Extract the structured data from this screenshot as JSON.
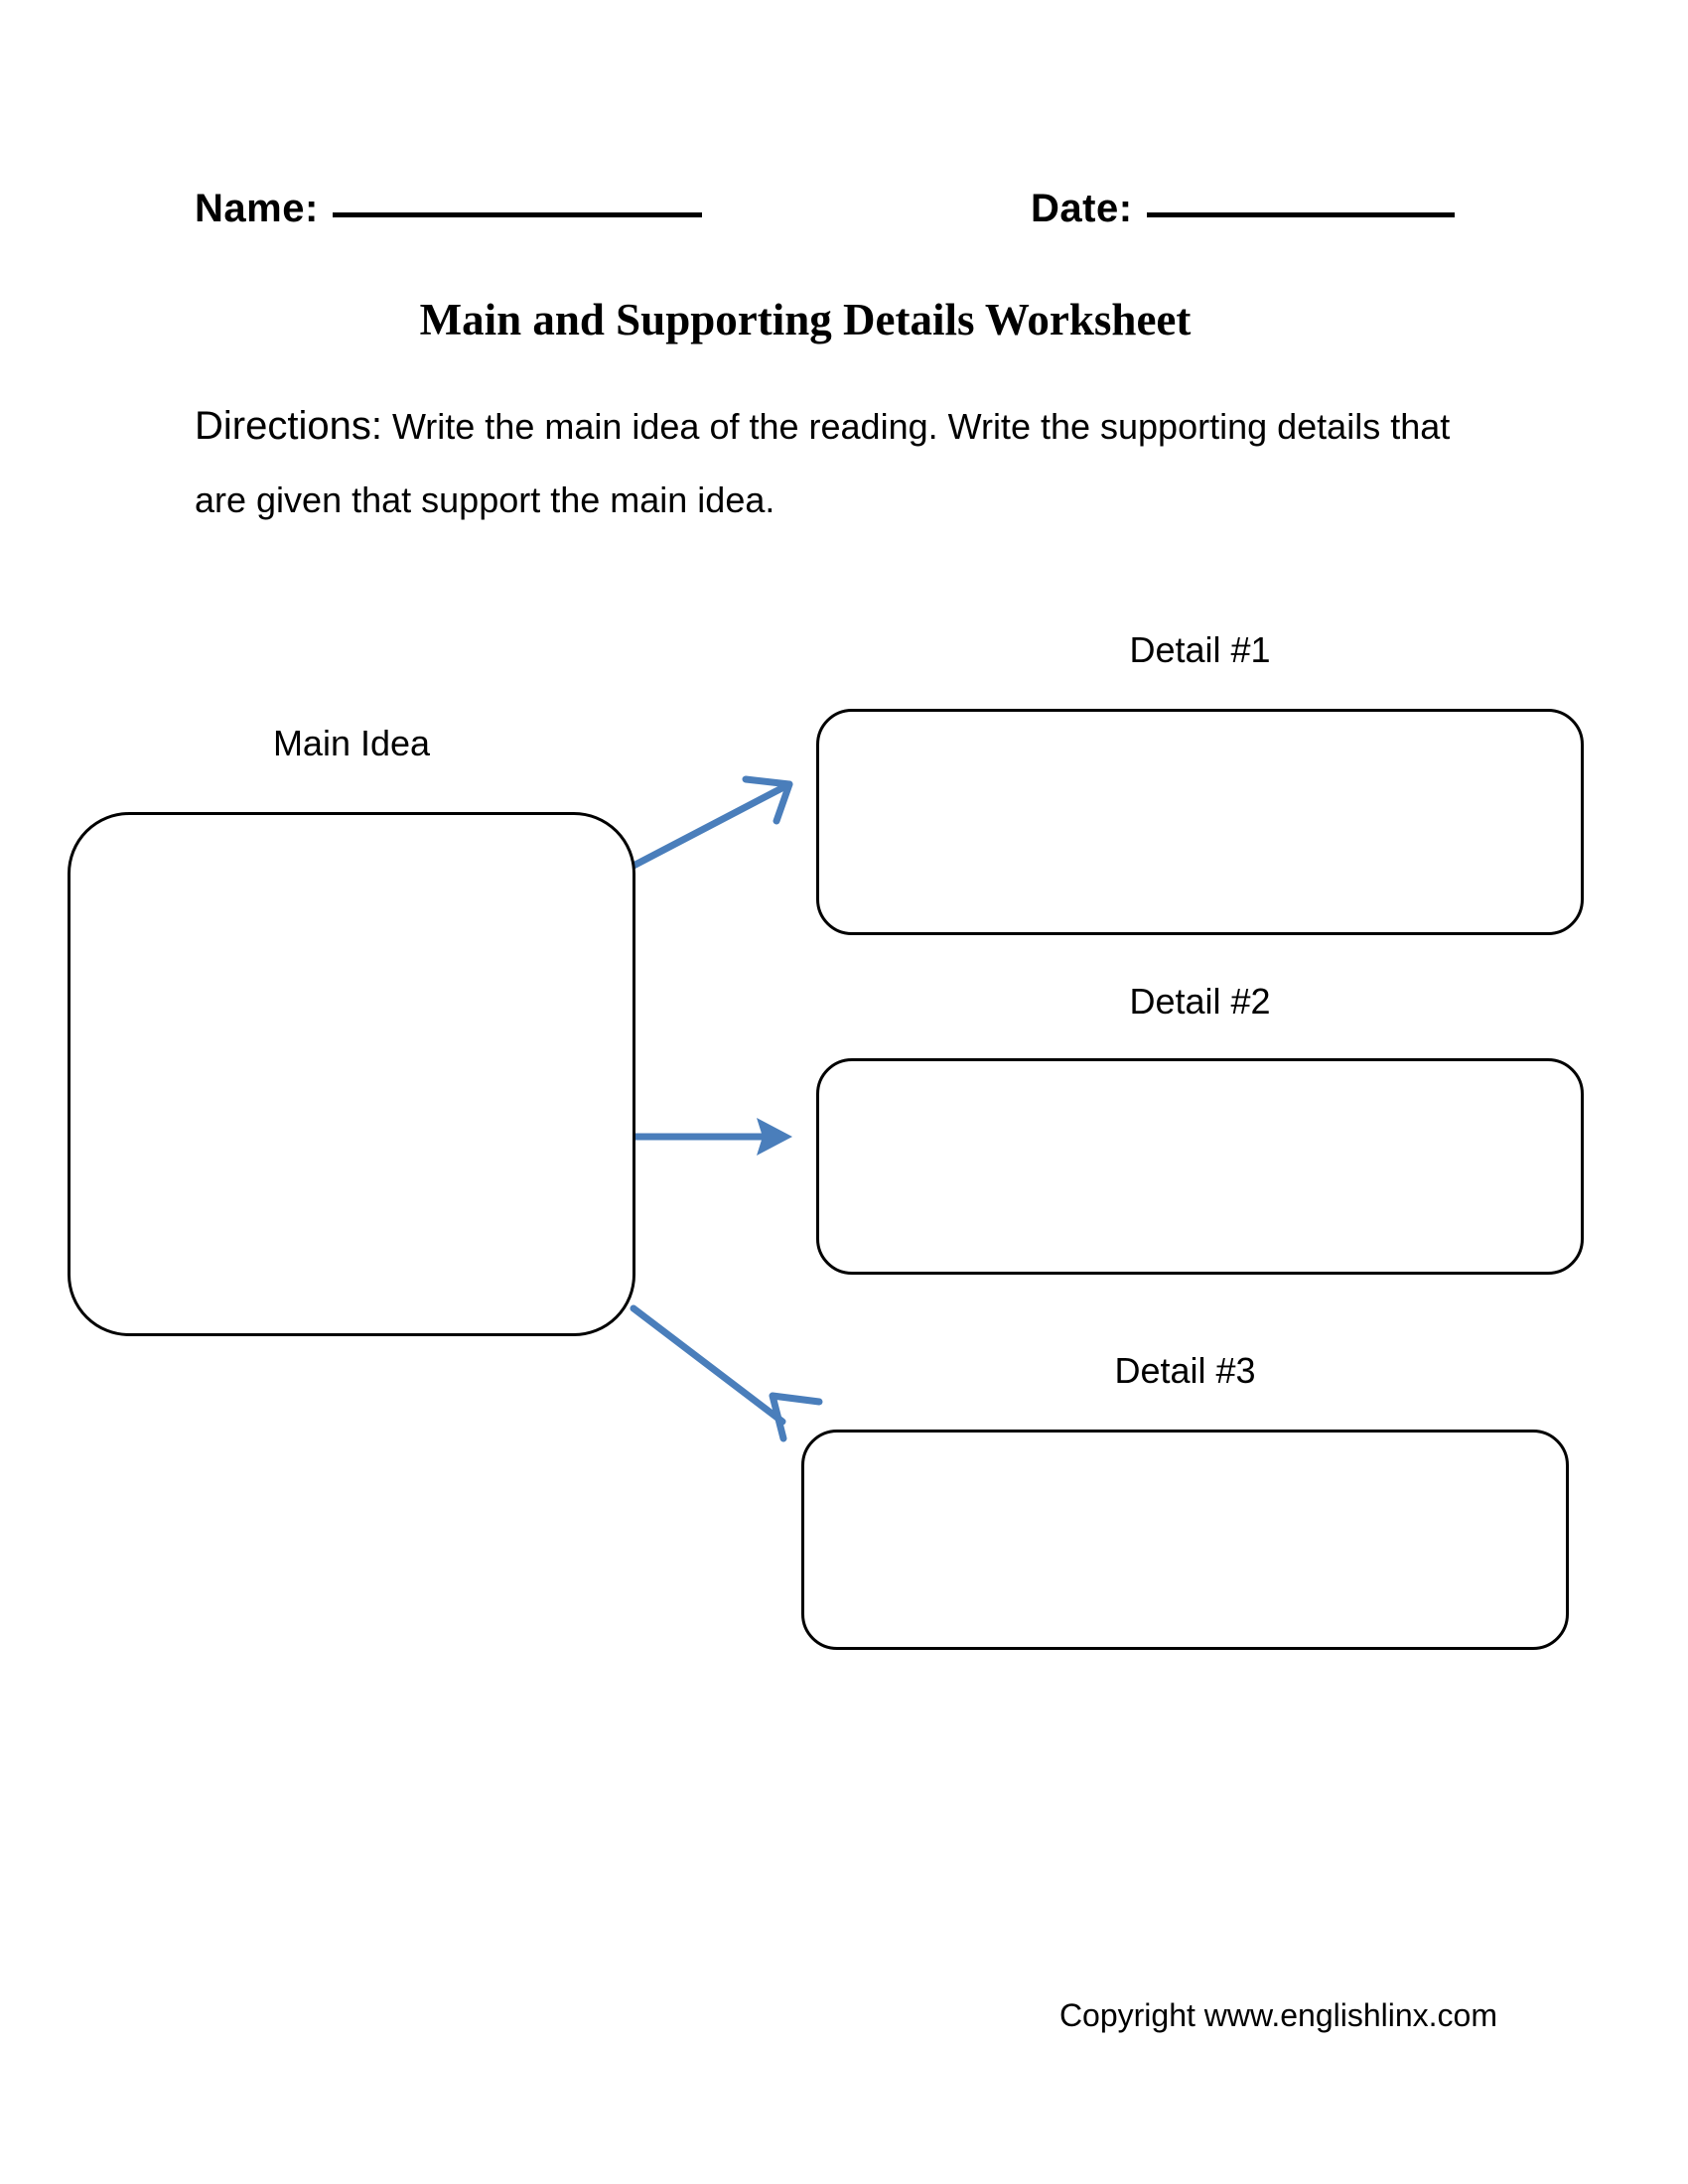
{
  "header": {
    "name_label": "Name:",
    "date_label": "Date:"
  },
  "title": "Main and Supporting Details Worksheet",
  "directions": {
    "label": "Directions:",
    "text": "Write the main idea of the reading. Write the supporting details that are given that support the main idea."
  },
  "diagram": {
    "main_idea": {
      "label": "Main Idea",
      "value": ""
    },
    "details": [
      {
        "label": "Detail #1",
        "value": ""
      },
      {
        "label": "Detail #2",
        "value": ""
      },
      {
        "label": "Detail #3",
        "value": ""
      }
    ],
    "arrow_color": "#4A7EBB",
    "box_border_color": "#000000"
  },
  "footer": {
    "copyright": "Copyright www.englishlinx.com"
  }
}
